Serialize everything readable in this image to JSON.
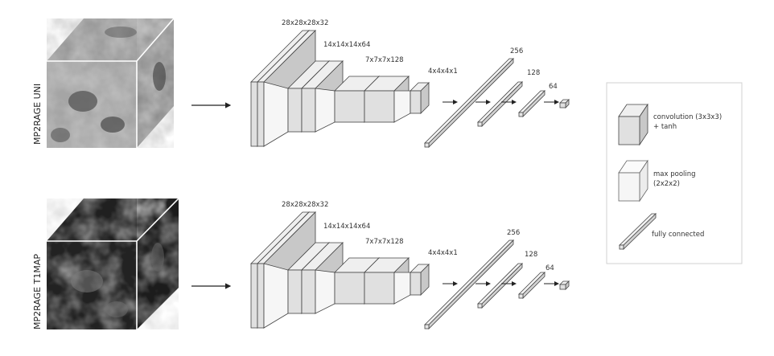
{
  "inputs": [
    {
      "label": "MP2RAGE UNI",
      "tone": "light"
    },
    {
      "label": "MP2RAGE T1MAP",
      "tone": "dark"
    }
  ],
  "layer_labels": [
    "28x28x28x32",
    "14x14x14x64",
    "7x7x7x128",
    "4x4x4x1"
  ],
  "fc_labels": [
    "256",
    "128",
    "64"
  ],
  "legend": {
    "conv": "convolution (3x3x3)",
    "conv_line2": "+ tanh",
    "pool": "max pooling",
    "pool_line2": "(2x2x2)",
    "fc": "fully connected"
  },
  "colors": {
    "conv_face": "#e0e0e0",
    "conv_top": "#efefef",
    "conv_side": "#c8c8c8",
    "pool_face": "#f6f6f6",
    "stroke": "#444444",
    "legend_border": "#d0d0d0"
  }
}
